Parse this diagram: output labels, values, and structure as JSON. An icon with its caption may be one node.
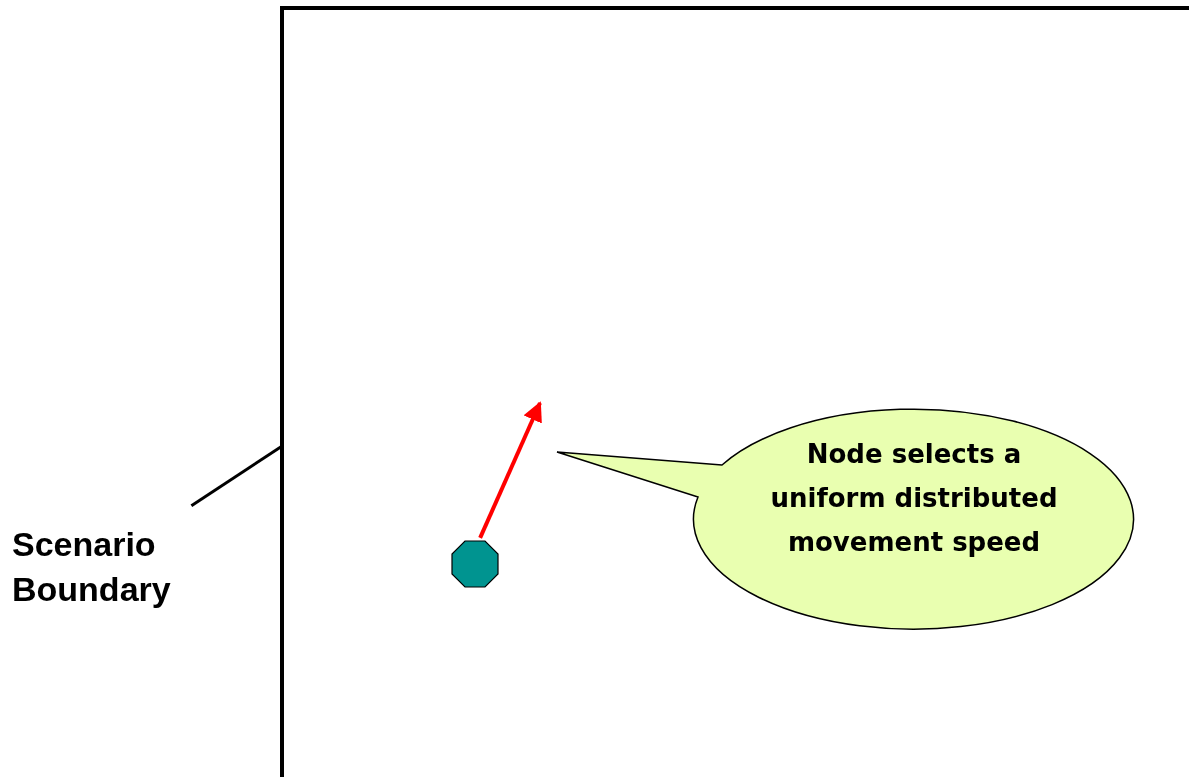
{
  "diagram": {
    "nodes": [
      {
        "text": [
          "Scenario Boundary"
        ]
      },
      {
        "text": [],
        "shape": "box"
      },
      {
        "text": [],
        "shape": "octagon",
        "in": 1
      },
      {
        "text": [
          "Node selects a uniform distributed movement speed"
        ],
        "in": 1
      }
    ],
    "edges": [
      {
        "from": 0,
        "to": 1,
        "arrow": "none"
      },
      {
        "from": 2,
        "to": null,
        "arrow": "to",
        "color": "#ff0000"
      }
    ]
  }
}
